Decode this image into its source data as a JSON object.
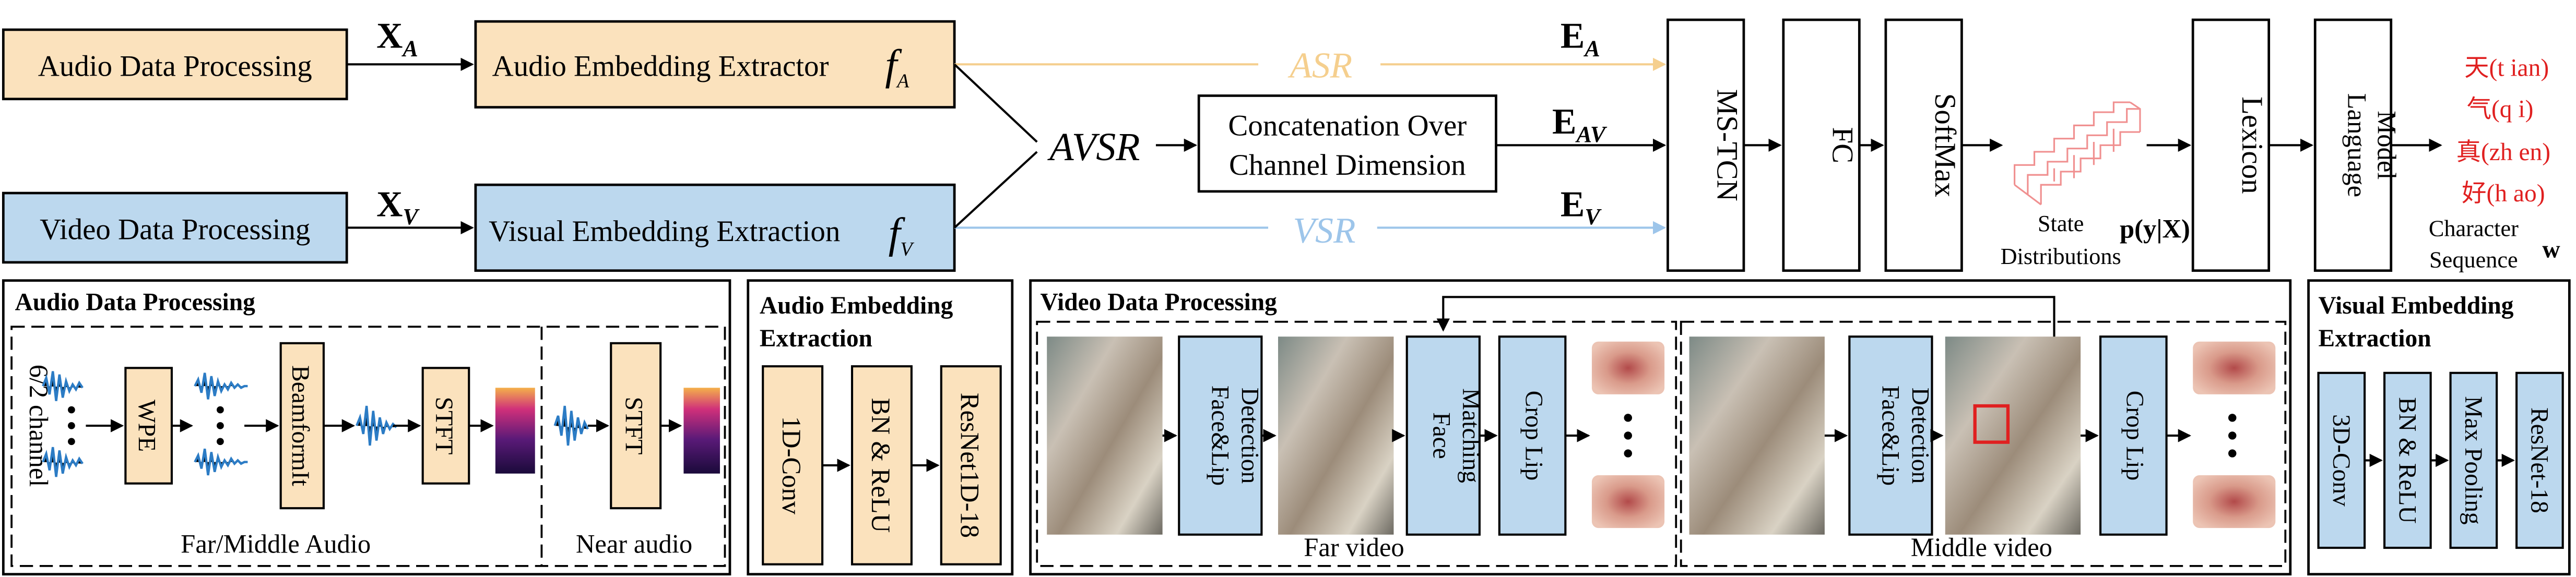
{
  "colors": {
    "audio_fill": "#fbe2bd",
    "audio_line": "#f5cf8e",
    "video_fill": "#bcd8ee",
    "video_line": "#9dc5ea",
    "waveform": "#2c7cc5",
    "character_red": "#e02020"
  },
  "top_row": {
    "audio_processing": "Audio Data Processing",
    "xa_main": "X",
    "xa_sub": "A",
    "audio_extractor": "Audio Embedding Extractor",
    "fa_main": "f",
    "fa_sub": "A",
    "asr": "ASR",
    "video_processing": "Video Data Processing",
    "xv_main": "X",
    "xv_sub": "V",
    "visual_extractor": "Visual Embedding Extraction",
    "fv_main": "f",
    "fv_sub": "V",
    "vsr": "VSR",
    "avsr": "AVSR",
    "concat_line1": "Concatenation Over",
    "concat_line2": "Channel Dimension",
    "ea_main": "E",
    "ea_sub": "A",
    "eav_main": "E",
    "eav_sub": "AV",
    "ev_main": "E",
    "ev_sub": "V",
    "ms_tcn": "MS-TCN",
    "fc": "FC",
    "softmax": "SoftMax",
    "state_line1": "State",
    "state_line2": "Distributions",
    "pyx": "p(y|X)",
    "lexicon": "Lexicon",
    "lm_line1": "Language",
    "lm_line2": "Model",
    "characters": [
      "天(t ian)",
      "气(q i)",
      "真(zh en)",
      "好(h ao)"
    ],
    "char_seq_line1": "Character",
    "char_seq_line2": "Sequence",
    "w": "w"
  },
  "audio_panel": {
    "title": "Audio Data Processing",
    "channel": "6/2 channel",
    "wpe": "WPE",
    "beamformit": "BeamformIt",
    "stft": "STFT",
    "far_middle": "Far/Middle Audio",
    "near_stft": "STFT",
    "near_audio": "Near audio",
    "ellipsis": "• • •"
  },
  "audio_embed_panel": {
    "title_line1": "Audio Embedding",
    "title_line2": "Extraction",
    "blocks": [
      "1D-Conv",
      "BN & ReLU",
      "ResNet1D-18"
    ]
  },
  "video_panel": {
    "title": "Video Data Processing",
    "face_lip_detection_line1": "Face&Lip",
    "face_lip_detection_line2": "Detection",
    "face_matching_line1": "Face",
    "face_matching_line2": "Matching",
    "crop_lip": "Crop Lip",
    "far_video": "Far video",
    "mid_face_lip_line1": "Face&Lip",
    "mid_face_lip_line2": "Detection",
    "mid_crop_lip": "Crop Lip",
    "middle_video": "Middle video",
    "ellipsis": "• • •"
  },
  "visual_embed_panel": {
    "title_line1": "Visual Embedding",
    "title_line2": "Extraction",
    "blocks": [
      "3D-Conv",
      "BN & ReLU",
      "Max Pooling",
      "ResNet-18"
    ]
  }
}
